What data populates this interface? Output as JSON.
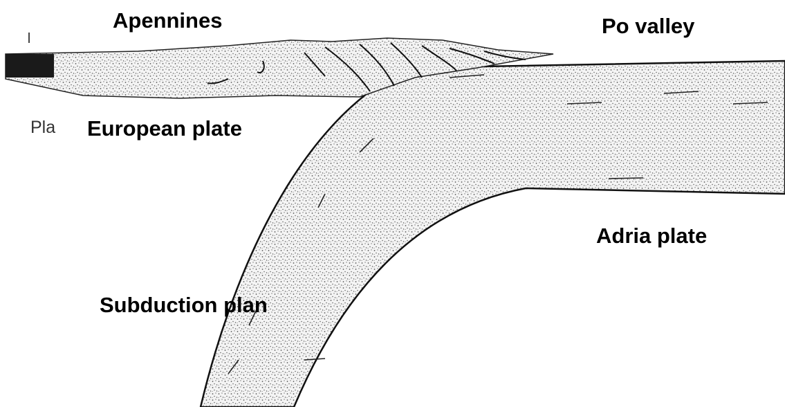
{
  "labels": {
    "apennines": "Apennines",
    "po_valley": "Po valley",
    "european_plate": "European plate",
    "adria_plate": "Adria plate",
    "subduction_plan": "Subduction plan",
    "partial_plate": "Pla"
  },
  "colors": {
    "background": "#ffffff",
    "stipple_fill": "#f4f4f4",
    "outline": "#111111",
    "label_text": "#000000",
    "dark_block": "#1a1a1a"
  }
}
